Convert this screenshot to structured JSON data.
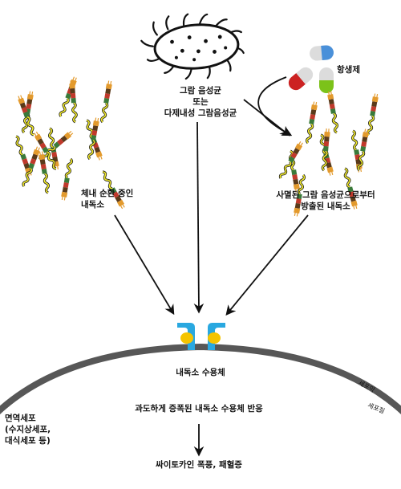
{
  "labels": {
    "bacteria": [
      "그람 음성균",
      "또는",
      "다제내성 그람음성균"
    ],
    "antibiotic": "항생제",
    "circulating_toxin": [
      "체내 순환 중인",
      "내독소"
    ],
    "released_toxin": [
      "사멸된 그람 음성균으로부터",
      "방출된 내독소"
    ],
    "receptor": "내독소 수용체",
    "membrane": "세포막",
    "cytoplasm": "세포질",
    "immune_cell": [
      "면역세포",
      "(수지상세포,",
      "대식세포 등)"
    ],
    "overactivation": "과도하게 증폭된 내독소 수용체 반응",
    "outcome": "싸이토카인 폭풍, 패혈증"
  },
  "colors": {
    "receptor_blue": "#29a8e0",
    "receptor_yellow": "#f5c400",
    "membrane_grey": "#575757",
    "capsule_blue": "#4a90d9",
    "capsule_red": "#cc2222",
    "capsule_green": "#7cc21a"
  }
}
